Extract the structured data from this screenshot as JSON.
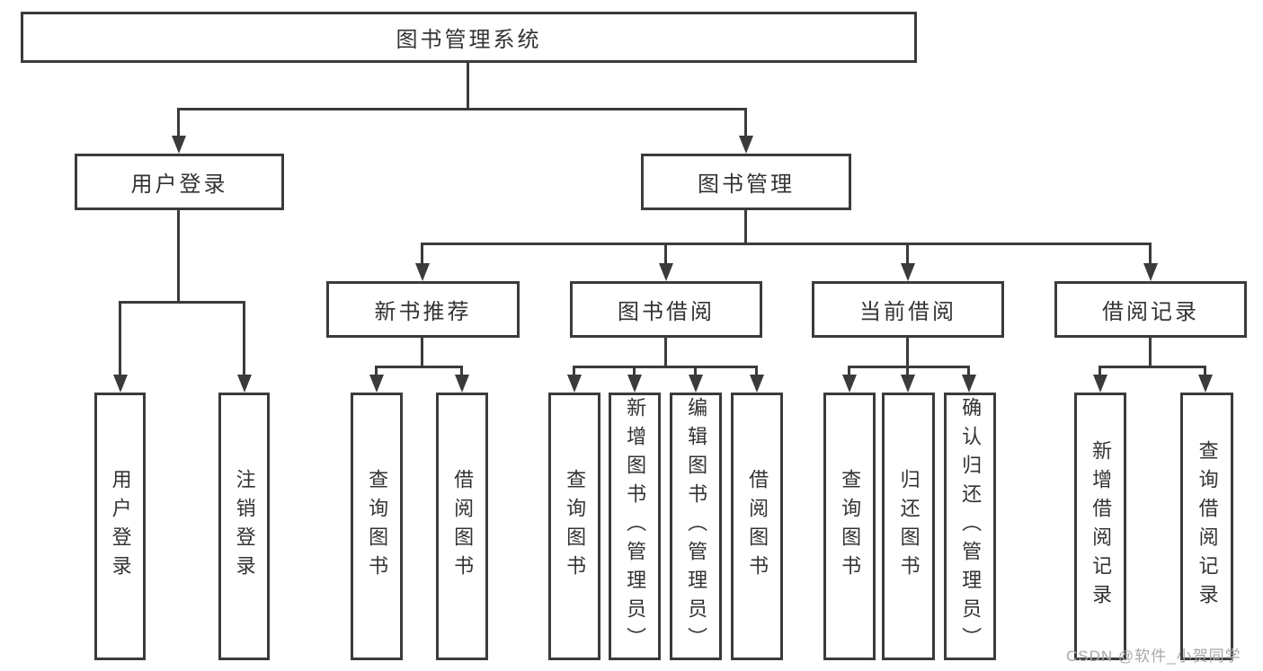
{
  "diagram": {
    "root": {
      "label": "图书管理系统"
    },
    "children": [
      {
        "label": "用户登录",
        "children": [
          {
            "label": "用户登录"
          },
          {
            "label": "注销登录"
          }
        ]
      },
      {
        "label": "图书管理",
        "children": [
          {
            "label": "新书推荐",
            "children": [
              {
                "label": "查询图书"
              },
              {
                "label": "借阅图书"
              }
            ]
          },
          {
            "label": "图书借阅",
            "children": [
              {
                "label": "查询图书"
              },
              {
                "label": "新增图书（管理员）"
              },
              {
                "label": "编辑图书（管理员）"
              },
              {
                "label": "借阅图书"
              }
            ]
          },
          {
            "label": "当前借阅",
            "children": [
              {
                "label": "查询图书"
              },
              {
                "label": "归还图书"
              },
              {
                "label": "确认归还（管理员）"
              }
            ]
          },
          {
            "label": "借阅记录",
            "children": [
              {
                "label": "新增借阅记录"
              },
              {
                "label": "查询借阅记录"
              }
            ]
          }
        ]
      }
    ]
  },
  "watermark": {
    "text": "CSDN @软件_小贺同学"
  },
  "colors": {
    "line": "#3b3b3b",
    "node_border": "#3b3b3b",
    "node_text": "#333333",
    "watermark_text": "#a8a8a8",
    "background": "#ffffff"
  }
}
